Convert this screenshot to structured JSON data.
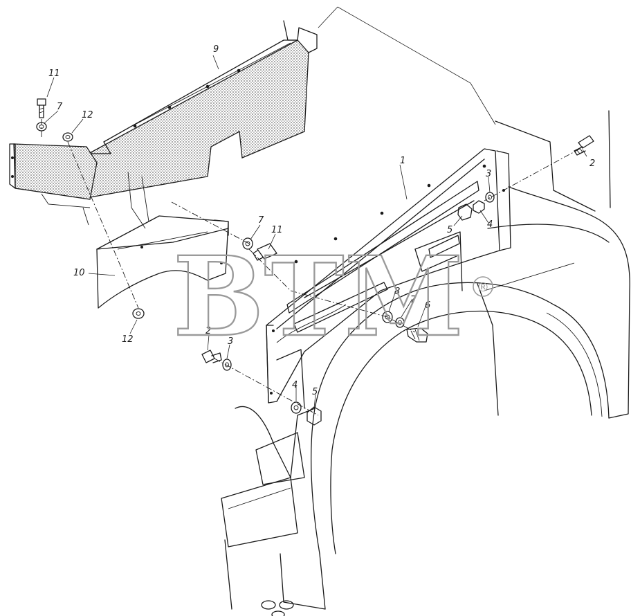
{
  "watermark": {
    "text": "BTM",
    "registered_mark": "®"
  },
  "callouts": {
    "c1": "1",
    "c2a": "2",
    "c2b": "2",
    "c3a": "3",
    "c3b": "3",
    "c4a": "4",
    "c4b": "4",
    "c5a": "5",
    "c5b": "5",
    "c6": "6",
    "c7a": "7",
    "c7b": "7",
    "c7c": "7",
    "c8": "8",
    "c9": "9",
    "c10": "10",
    "c11a": "11",
    "c11b": "11",
    "c12a": "12",
    "c12b": "12"
  },
  "colors": {
    "line": "#1a1a1a",
    "watermark": "#9a9a9a",
    "shading": "#8c8c8c"
  }
}
